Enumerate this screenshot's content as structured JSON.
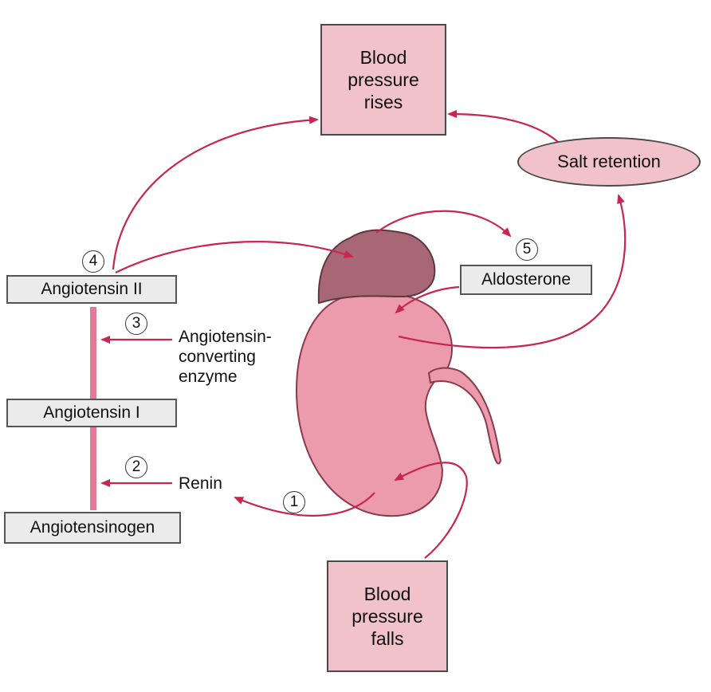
{
  "boxes": {
    "bp_rises": [
      "Blood",
      "pressure",
      "rises"
    ],
    "bp_falls": [
      "Blood",
      "pressure",
      "falls"
    ],
    "salt_retention": "Salt retention",
    "angiotensin_ii": "Angiotensin II",
    "angiotensin_i": "Angiotensin I",
    "angiotensinogen": "Angiotensinogen",
    "aldosterone": "Aldosterone"
  },
  "labels": {
    "ace": [
      "Angiotensin-",
      "converting",
      "enzyme"
    ],
    "renin": "Renin"
  },
  "steps": [
    "1",
    "2",
    "3",
    "4",
    "5"
  ],
  "colors": {
    "arrow": "#c8254f",
    "box_fill": "#f2c2cc",
    "kidney": "#eb9bac",
    "adrenal": "#a86777",
    "gray_box": "#ebebeb"
  }
}
